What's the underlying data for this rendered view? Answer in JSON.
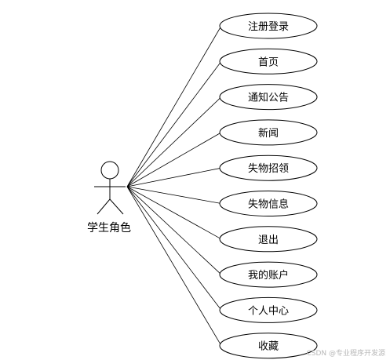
{
  "actor": {
    "label": "学生角色"
  },
  "use_cases": [
    "注册登录",
    "首页",
    "通知公告",
    "新闻",
    "失物招领",
    "失物信息",
    "退出",
    "我的账户",
    "个人中心",
    "收藏"
  ],
  "watermark": "CSDN @专业程序开发源"
}
